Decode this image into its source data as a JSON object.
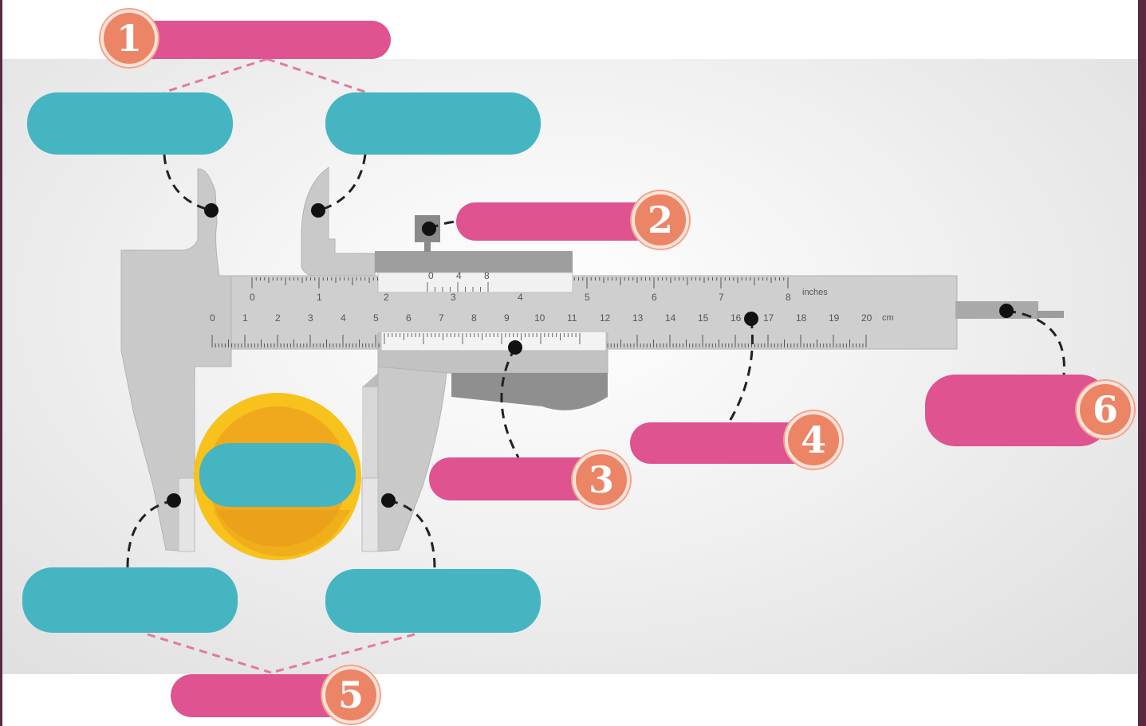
{
  "badges": {
    "b1": "1",
    "b2": "2",
    "b3": "3",
    "b4": "4",
    "b5": "5",
    "b6": "6"
  },
  "scale": {
    "inch_numbers": [
      "0",
      "1",
      "2",
      "3",
      "4",
      "5",
      "6",
      "7",
      "8"
    ],
    "inch_unit": "inches",
    "cm_numbers": [
      "0",
      "1",
      "2",
      "3",
      "4",
      "5",
      "6",
      "7",
      "8",
      "9",
      "10",
      "11",
      "12",
      "13",
      "14",
      "15",
      "16",
      "17",
      "18",
      "19",
      "20"
    ],
    "cm_unit": "cm",
    "vernier_top_numbers": [
      "0",
      "4",
      "8"
    ]
  },
  "colors": {
    "label_teal": "#45b5c1",
    "label_pink": "#de5390",
    "badge_orange": "#ec8466",
    "caliper_gray": "#cbcbcb",
    "coin_gold": "#f7c21c"
  }
}
